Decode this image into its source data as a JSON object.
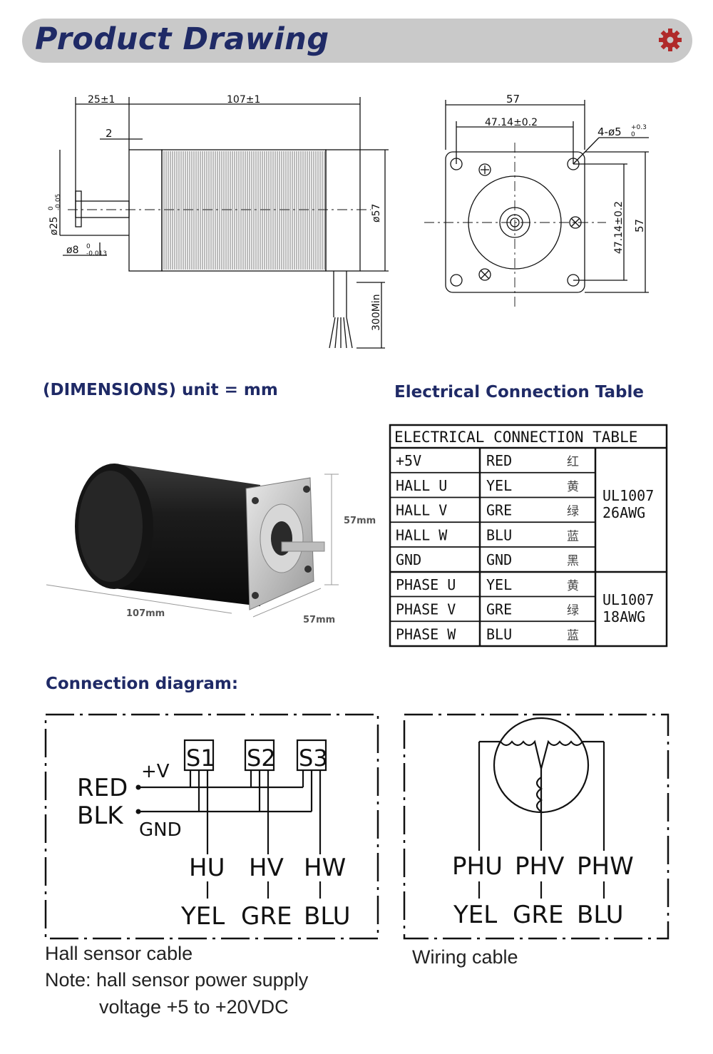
{
  "banner": {
    "title": "Product Drawing",
    "accent": "#1f2a66",
    "gear_color": "#b02a2a",
    "icon": "gear-icon"
  },
  "side_view": {
    "dim_shaft_len": "25±1",
    "dim_body_len": "107±1",
    "dim_flange": "2",
    "dim_pilot_dia": "ø25",
    "dim_pilot_tol_top": "0",
    "dim_pilot_tol_bot": "-0.05",
    "dim_shaft_dia": "ø8",
    "dim_shaft_tol_top": "0",
    "dim_shaft_tol_bot": "-0.013",
    "dim_body_dia": "ø57",
    "dim_lead": "300Min"
  },
  "front_view": {
    "dim_width": "57",
    "dim_hole_spacing": "47.14±0.2",
    "dim_holes": "4-ø5",
    "dim_holes_tol_top": "+0.3",
    "dim_holes_tol_bot": "0",
    "dim_hole_spacing_v": "47.14±0.2",
    "dim_height": "57"
  },
  "dimensions_heading": "(DIMENSIONS)  unit = mm",
  "photo": {
    "label_height": "57mm",
    "label_length": "107mm",
    "label_width": "57mm"
  },
  "electrical_heading": "Electrical Connection Table",
  "connection_table": {
    "title": "ELECTRICAL CONNECTION TABLE",
    "rows": [
      {
        "signal": "+5V",
        "color": "RED",
        "cn": "红"
      },
      {
        "signal": "HALL  U",
        "color": "YEL",
        "cn": "黄"
      },
      {
        "signal": "HALL  V",
        "color": "GRE",
        "cn": "绿"
      },
      {
        "signal": "HALL  W",
        "color": "BLU",
        "cn": "蓝"
      },
      {
        "signal": "GND",
        "color": "GND",
        "cn": "黑"
      },
      {
        "signal": "PHASE  U",
        "color": "YEL",
        "cn": "黄"
      },
      {
        "signal": "PHASE  V",
        "color": "GRE",
        "cn": "绿"
      },
      {
        "signal": "PHASE  W",
        "color": "BLU",
        "cn": "蓝"
      }
    ],
    "group1_spec": [
      "UL1007",
      "26AWG"
    ],
    "group2_spec": [
      "UL1007",
      "18AWG"
    ]
  },
  "connection_heading": "Connection diagram:",
  "hall_diagram": {
    "sensors": [
      "S1",
      "S2",
      "S3"
    ],
    "vplus": "+V",
    "gnd": "GND",
    "red": "RED",
    "blk": "BLK",
    "outputs": [
      "HU",
      "HV",
      "HW"
    ],
    "colors": [
      "YEL",
      "GRE",
      "BLU"
    ]
  },
  "phase_diagram": {
    "outputs": [
      "PHU",
      "PHV",
      "PHW"
    ],
    "colors": [
      "YEL",
      "GRE",
      "BLU"
    ]
  },
  "captions": {
    "hall_cable": "Hall sensor cable",
    "note_line1": "Note: hall sensor power supply",
    "note_line2": "voltage +5 to +20VDC",
    "wiring_cable": "Wiring cable"
  }
}
